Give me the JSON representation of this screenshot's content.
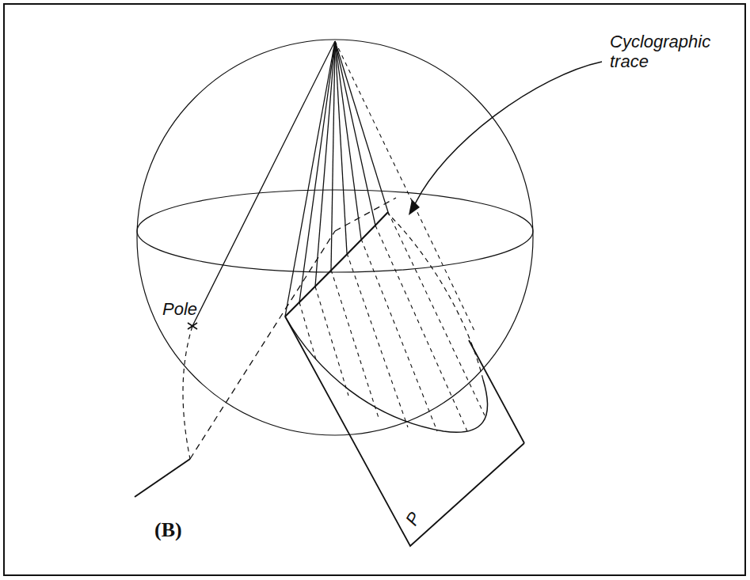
{
  "diagram": {
    "labels": [
      "Cyclographic trace",
      "Pole",
      "P",
      "(B)"
    ]
  }
}
